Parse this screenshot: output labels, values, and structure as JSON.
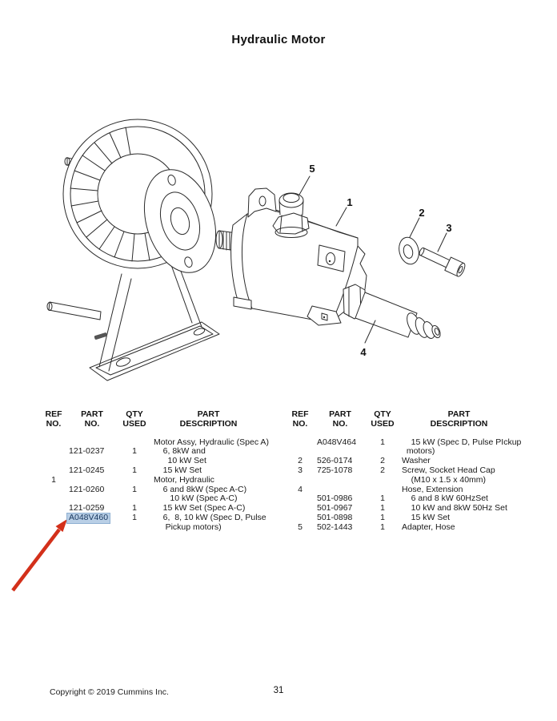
{
  "page": {
    "title": "Hydraulic Motor",
    "copyright": "Copyright © 2019 Cummins Inc.",
    "page_number": "31"
  },
  "table_headers": {
    "ref": "REF\nNO.",
    "part": "PART\nNO.",
    "qty": "QTY\nUSED",
    "desc": "PART\nDESCRIPTION"
  },
  "left_table": {
    "rows": [
      {
        "ref": "",
        "part": "",
        "qty": "",
        "desc": "Motor Assy, Hydraulic (Spec A)"
      },
      {
        "ref": "",
        "part": "121-0237",
        "qty": "1",
        "desc": "    6, 8kW and\n      10 kW Set"
      },
      {
        "ref": "",
        "part": "121-0245",
        "qty": "1",
        "desc": "    15 kW Set"
      },
      {
        "ref": "1",
        "part": "",
        "qty": "",
        "desc": "Motor, Hydraulic"
      },
      {
        "ref": "",
        "part": "121-0260",
        "qty": "1",
        "desc": "    6 and 8kW (Spec A-C)\n       10 kW (Spec A-C)"
      },
      {
        "ref": "",
        "part": "121-0259",
        "qty": "1",
        "desc": "    15 kW Set (Spec A-C)"
      },
      {
        "ref": "",
        "part": "A048V460",
        "qty": "1",
        "desc": "    6,  8, 10 kW (Spec D, Pulse\n     Pickup motors)"
      }
    ]
  },
  "right_table": {
    "rows": [
      {
        "ref": "",
        "part": "A048V464",
        "qty": "1",
        "desc": "    15 kW (Spec D, Pulse PIckup\n  motors)"
      },
      {
        "ref": "2",
        "part": "526-0174",
        "qty": "2",
        "desc": "Washer"
      },
      {
        "ref": "3",
        "part": "725-1078",
        "qty": "2",
        "desc": "Screw, Socket Head Cap\n    (M10 x 1.5 x 40mm)"
      },
      {
        "ref": "4",
        "part": "",
        "qty": "",
        "desc": "Hose, Extension"
      },
      {
        "ref": "",
        "part": "501-0986",
        "qty": "1",
        "desc": "    6 and 8 kW 60HzSet"
      },
      {
        "ref": "",
        "part": "501-0967",
        "qty": "1",
        "desc": "    10 kW and 8kW 50Hz Set"
      },
      {
        "ref": "",
        "part": "501-0898",
        "qty": "1",
        "desc": "    15 kW Set"
      },
      {
        "ref": "5",
        "part": "502-1443",
        "qty": "1",
        "desc": "Adapter, Hose"
      }
    ]
  },
  "diagram": {
    "callouts": {
      "c1": "1",
      "c2": "2",
      "c3": "3",
      "c4": "4",
      "c5": "5"
    }
  },
  "annotation": {
    "highlighted_part": "A048V460",
    "highlight_bg": "#b9cfe6",
    "arrow_color": "#d3301a"
  }
}
